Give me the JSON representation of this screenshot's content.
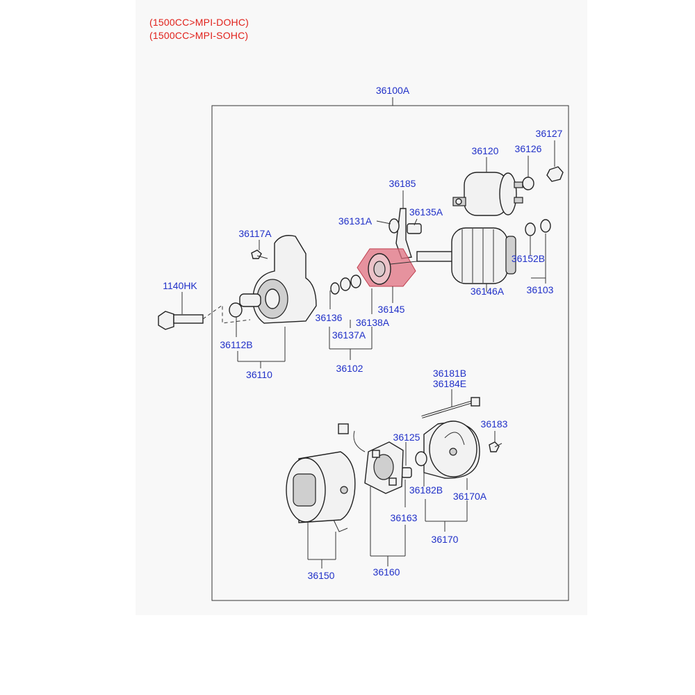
{
  "header": {
    "line1": "(1500CC>MPI-DOHC)",
    "line2": "(1500CC>MPI-SOHC)"
  },
  "colors": {
    "header_text": "#e0201a",
    "part_number_text": "#2030c8",
    "highlight": "#e07080"
  },
  "assembly": {
    "main": "36100A"
  },
  "labels": {
    "p36127": "36127",
    "p36120": "36120",
    "p36126": "36126",
    "p36185": "36185",
    "p36135A": "36135A",
    "p36131A": "36131A",
    "p36117A": "36117A",
    "p36152B": "36152B",
    "p1140HK": "1140HK",
    "p36146A": "36146A",
    "p36103": "36103",
    "p36145": "36145",
    "p36136": "36136",
    "p36138A": "36138A",
    "p36137A": "36137A",
    "p36112B": "36112B",
    "p36102": "36102",
    "p36110": "36110",
    "p36181B": "36181B",
    "p36184E": "36184E",
    "p36183": "36183",
    "p36125": "36125",
    "p36182B": "36182B",
    "p36170A": "36170A",
    "p36163": "36163",
    "p36170": "36170",
    "p36160": "36160",
    "p36150": "36150"
  },
  "highlighted_part": "36145"
}
